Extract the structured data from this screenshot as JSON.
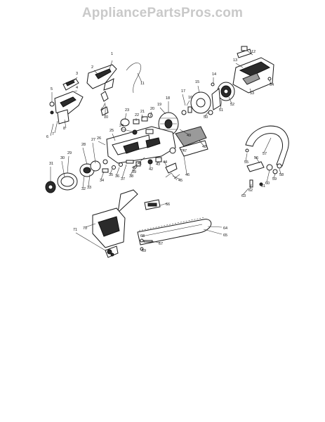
{
  "watermark": "AppliancePartsPros.com",
  "labels": [
    {
      "n": "1"
    },
    {
      "n": "2"
    },
    {
      "n": "3"
    },
    {
      "n": "4"
    },
    {
      "n": "5"
    },
    {
      "n": "6"
    },
    {
      "n": "7"
    },
    {
      "n": "8"
    },
    {
      "n": "9"
    },
    {
      "n": "10"
    },
    {
      "n": "11"
    },
    {
      "n": "12"
    },
    {
      "n": "13"
    },
    {
      "n": "14"
    },
    {
      "n": "15"
    },
    {
      "n": "16"
    },
    {
      "n": "17"
    },
    {
      "n": "18"
    },
    {
      "n": "19"
    },
    {
      "n": "20"
    },
    {
      "n": "21"
    },
    {
      "n": "22"
    },
    {
      "n": "23"
    },
    {
      "n": "24"
    },
    {
      "n": "25"
    },
    {
      "n": "26"
    },
    {
      "n": "27"
    },
    {
      "n": "28"
    },
    {
      "n": "29"
    },
    {
      "n": "30"
    },
    {
      "n": "31"
    },
    {
      "n": "32"
    },
    {
      "n": "33"
    },
    {
      "n": "34"
    },
    {
      "n": "35"
    },
    {
      "n": "36"
    },
    {
      "n": "37"
    },
    {
      "n": "38"
    },
    {
      "n": "39"
    },
    {
      "n": "40"
    },
    {
      "n": "41"
    },
    {
      "n": "42"
    },
    {
      "n": "43"
    },
    {
      "n": "44"
    },
    {
      "n": "45"
    },
    {
      "n": "46"
    },
    {
      "n": "47"
    },
    {
      "n": "48"
    },
    {
      "n": "49"
    },
    {
      "n": "50"
    },
    {
      "n": "51"
    },
    {
      "n": "52"
    },
    {
      "n": "53"
    },
    {
      "n": "54"
    },
    {
      "n": "55"
    },
    {
      "n": "56"
    },
    {
      "n": "57"
    },
    {
      "n": "58"
    },
    {
      "n": "59"
    },
    {
      "n": "60"
    },
    {
      "n": "61"
    },
    {
      "n": "62"
    },
    {
      "n": "63"
    },
    {
      "n": "64"
    },
    {
      "n": "65"
    },
    {
      "n": "66"
    },
    {
      "n": "67"
    },
    {
      "n": "68"
    },
    {
      "n": "69"
    },
    {
      "n": "70"
    },
    {
      "n": "71"
    }
  ]
}
